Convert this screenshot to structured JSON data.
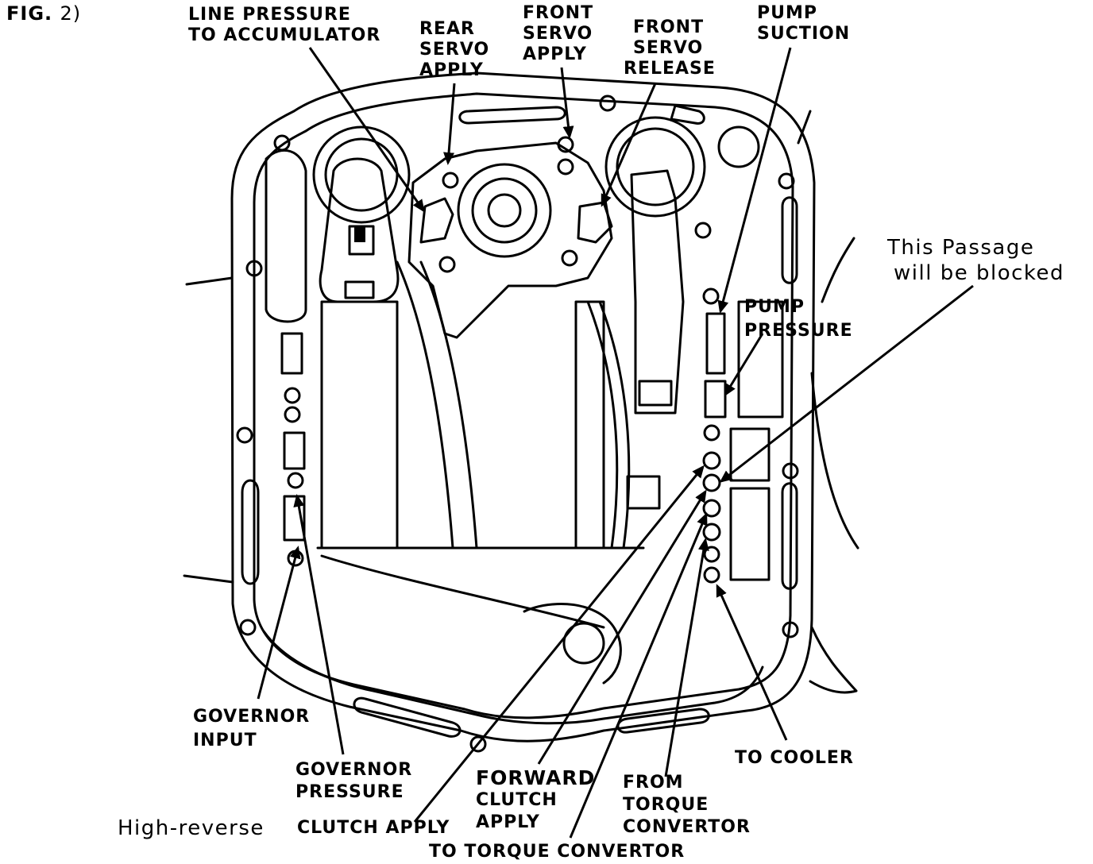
{
  "figure": {
    "label": "FIG.",
    "number": "2)"
  },
  "labels": {
    "line_pressure": [
      "LINE PRESSURE",
      "TO ACCUMULATOR"
    ],
    "rear_servo": [
      "REAR",
      "SERVO",
      "APPLY"
    ],
    "front_servo_apply": [
      "FRONT",
      "SERVO",
      "APPLY"
    ],
    "front_servo_release": [
      "FRONT",
      "SERVO",
      "RELEASE"
    ],
    "pump_suction": [
      "PUMP",
      "SUCTION"
    ],
    "passage_note": [
      "This Passage",
      "will be blocked"
    ],
    "pump_pressure": [
      "PUMP",
      "PRESSURE"
    ],
    "governor_input": [
      "GOVERNOR",
      "INPUT"
    ],
    "governor_pressure": [
      "GOVERNOR",
      "PRESSURE"
    ],
    "high_reverse": "High-reverse",
    "clutch_apply": "CLUTCH APPLY",
    "forward_clutch": [
      "FORWARD",
      "CLUTCH",
      "APPLY"
    ],
    "from_torque": [
      "FROM",
      "TORQUE",
      "CONVERTOR"
    ],
    "to_cooler": "TO COOLER",
    "to_torque": "TO TORQUE CONVERTOR"
  },
  "colors": {
    "ink": "#000000",
    "paper": "#ffffff"
  }
}
